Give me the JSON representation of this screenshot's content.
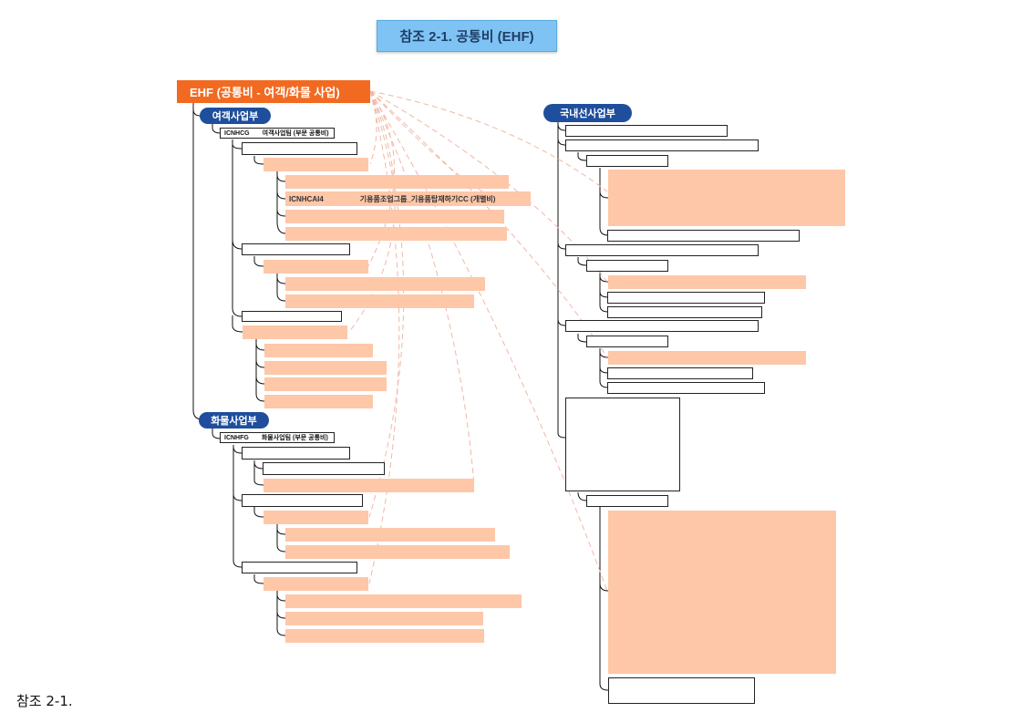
{
  "title": "참조 2-1. 공통비 (EHF)",
  "root": {
    "label": "EHF (공통비 - 여객/화물 사업)"
  },
  "divisions": {
    "passenger": {
      "label": "여객사업부",
      "group_code": "ICNHCG",
      "group_name": "여객사업팀 (부문 공통비)",
      "item_code": "ICNHCAI4",
      "item_name": "기용품조업그룹_기용품탑재하기CC (개별비)"
    },
    "cargo": {
      "label": "화물사업부",
      "group_code": "ICNHFG",
      "group_name": "화물사업팀 (부문 공통비)"
    },
    "domestic": {
      "label": "국내선사업부"
    }
  },
  "colors": {
    "root": "#f26a21",
    "division_pill": "#1f4e9c",
    "highlight_fill": "#fdc7a8",
    "title_bg": "#7fc3f4",
    "arrow": "#f2b7a6"
  },
  "caption": "참조 2-1."
}
